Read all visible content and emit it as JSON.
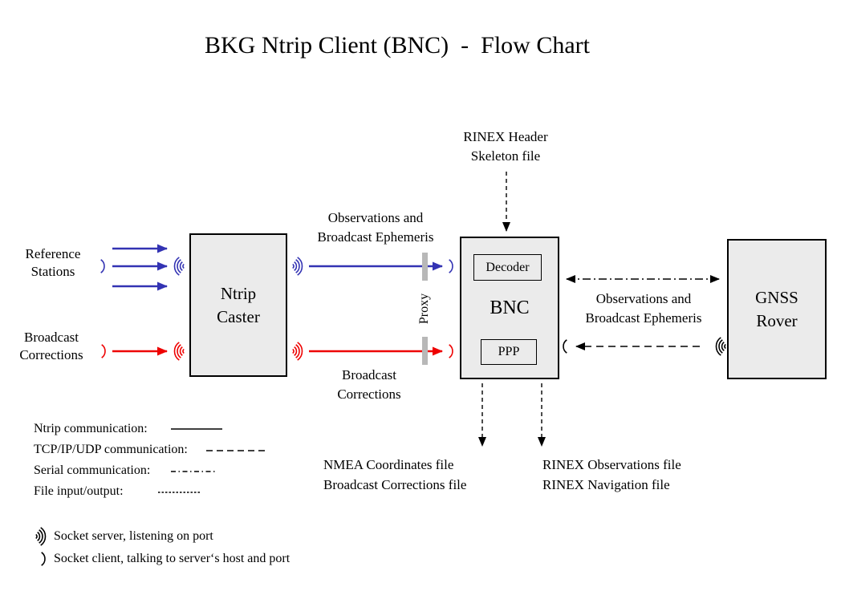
{
  "title": "BKG Ntrip Client (BNC)  -  Flow Chart",
  "colors": {
    "ntrip_blue": "#3333b3",
    "corrections_red": "#ee0000",
    "box_fill": "#ebebeb",
    "proxy_gray": "#b8b8b8",
    "line_black": "#000000"
  },
  "boxes": {
    "ntrip_caster": {
      "line1": "Ntrip",
      "line2": "Caster"
    },
    "bnc": {
      "label": "BNC"
    },
    "decoder": {
      "label": "Decoder"
    },
    "ppp": {
      "label": "PPP"
    },
    "gnss_rover": {
      "line1": "GNSS",
      "line2": "Rover"
    }
  },
  "inputs": {
    "reference_stations": {
      "line1": "Reference",
      "line2": "Stations"
    },
    "broadcast_corrections": {
      "line1": "Broadcast",
      "line2": "Corrections"
    }
  },
  "flow_labels": {
    "obs_ephemeris_caster_bnc": {
      "line1": "Observations and",
      "line2": "Broadcast Ephemeris"
    },
    "broadcast_corrections_caster_bnc": {
      "line1": "Broadcast",
      "line2": "Corrections"
    },
    "rinex_skeleton": {
      "line1": "RINEX Header",
      "line2": "Skeleton file"
    },
    "obs_ephemeris_bnc_rover": {
      "line1": "Observations and",
      "line2": "Broadcast Ephemeris"
    },
    "proxy": "Proxy"
  },
  "output_files": {
    "nmea": {
      "line1": "NMEA Coordinates file",
      "line2": "Broadcast Corrections file"
    },
    "rinex": {
      "line1": "RINEX Observations file",
      "line2": "RINEX Navigation file"
    }
  },
  "legend": {
    "ntrip": "Ntrip communication:",
    "tcp": "TCP/IP/UDP communication:",
    "serial": "Serial communication:",
    "file_io": "File input/output:"
  },
  "socket_legend": {
    "server": "Socket server, listening on port",
    "client": "Socket client, talking to server‘s host and port"
  },
  "icons": {
    "socket_server_glyph": ")))",
    "socket_client_glyph": ")"
  }
}
